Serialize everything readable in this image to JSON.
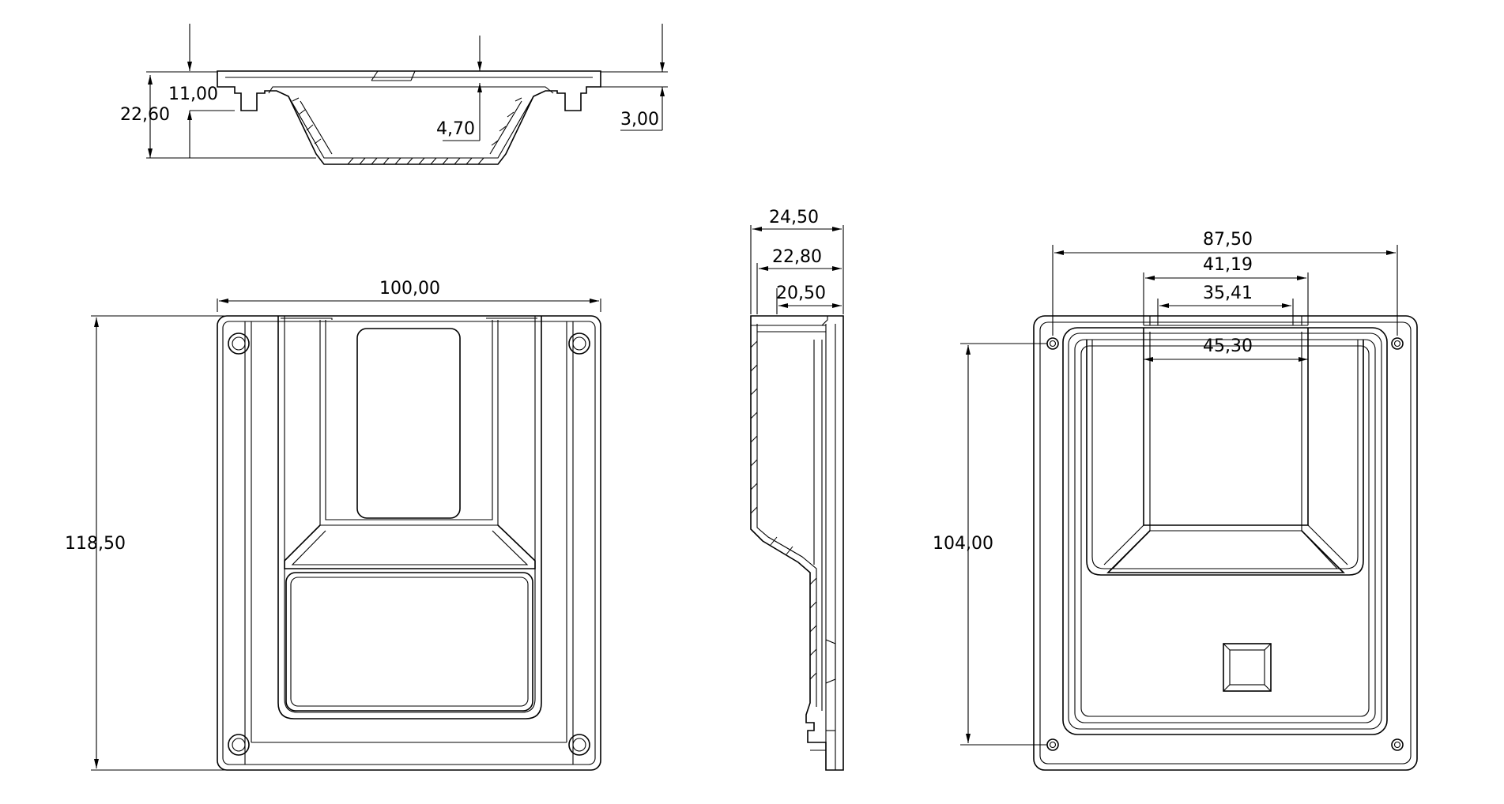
{
  "dimensions": {
    "top_view": {
      "height_11": "11,00",
      "height_22_6": "22,60",
      "depth_4_7": "4,70",
      "flange_3": "3,00"
    },
    "front_view": {
      "width": "100,00",
      "height": "118,50"
    },
    "side_view": {
      "depth_24_5": "24,50",
      "depth_22_8": "22,80",
      "depth_20_5": "20,50"
    },
    "rear_view": {
      "width": "87,50",
      "width_41_19": "41,19",
      "width_35_41": "35,41",
      "width_45_30": "45,30",
      "height": "104,00"
    }
  }
}
